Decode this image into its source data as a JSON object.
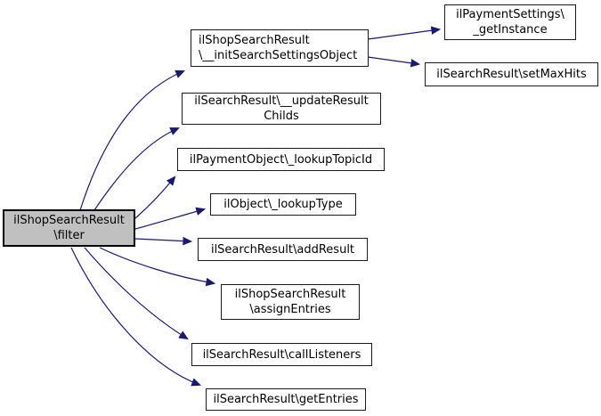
{
  "diagram": {
    "kind": "call-graph",
    "colors": {
      "edge": "#191970",
      "node_fill": "#ffffff",
      "node_border": "#000000",
      "root_fill": "#c0c0c0",
      "text": "#000000"
    },
    "nodes": {
      "filter": {
        "lines": [
          "ilShopSearchResult",
          "\\filter"
        ]
      },
      "init_search_settings": {
        "lines": [
          "ilShopSearchResult",
          "\\__initSearchSettingsObject"
        ]
      },
      "update_result_childs": {
        "lines": [
          "ilSearchResult\\__updateResult",
          "Childs"
        ]
      },
      "lookup_topic_id": {
        "lines": [
          "ilPaymentObject\\_lookupTopicId"
        ]
      },
      "lookup_type": {
        "lines": [
          "ilObject\\_lookupType"
        ]
      },
      "add_result": {
        "lines": [
          "ilSearchResult\\addResult"
        ]
      },
      "assign_entries": {
        "lines": [
          "ilShopSearchResult",
          "\\assignEntries"
        ]
      },
      "call_listeners": {
        "lines": [
          "ilSearchResult\\callListeners"
        ]
      },
      "get_entries": {
        "lines": [
          "ilSearchResult\\getEntries"
        ]
      },
      "get_instance": {
        "lines": [
          "ilPaymentSettings\\",
          "_getInstance"
        ]
      },
      "set_max_hits": {
        "lines": [
          "ilSearchResult\\setMaxHits"
        ]
      }
    },
    "edges": [
      {
        "from": "filter",
        "to": "init_search_settings"
      },
      {
        "from": "filter",
        "to": "update_result_childs"
      },
      {
        "from": "filter",
        "to": "lookup_topic_id"
      },
      {
        "from": "filter",
        "to": "lookup_type"
      },
      {
        "from": "filter",
        "to": "add_result"
      },
      {
        "from": "filter",
        "to": "assign_entries"
      },
      {
        "from": "filter",
        "to": "call_listeners"
      },
      {
        "from": "filter",
        "to": "get_entries"
      },
      {
        "from": "init_search_settings",
        "to": "get_instance"
      },
      {
        "from": "init_search_settings",
        "to": "set_max_hits"
      }
    ]
  }
}
